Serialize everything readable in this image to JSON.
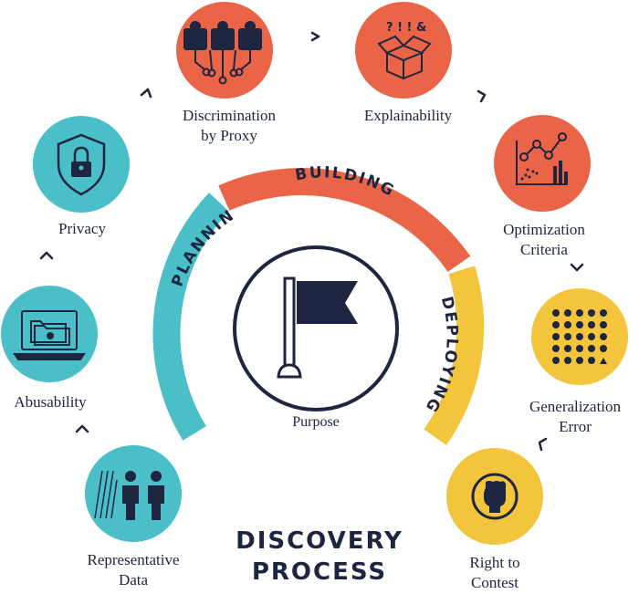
{
  "title": {
    "line1": "DISCOVERY",
    "line2": "PROCESS"
  },
  "center": {
    "label": "Purpose",
    "icon": "flag-icon"
  },
  "phases": [
    {
      "label": "PLANNING",
      "color": "#4bbfc8"
    },
    {
      "label": "BUILDING",
      "color": "#ea6448"
    },
    {
      "label": "DEPLOYING",
      "color": "#f2c53d"
    }
  ],
  "nodes": [
    {
      "label_lines": [
        "Representative",
        "Data"
      ],
      "icon": "people-hatched-icon",
      "color": "#4bbfc8"
    },
    {
      "label_lines": [
        "Abusability"
      ],
      "icon": "laptop-folder-icon",
      "color": "#4bbfc8"
    },
    {
      "label_lines": [
        "Privacy"
      ],
      "icon": "shield-lock-icon",
      "color": "#4bbfc8"
    },
    {
      "label_lines": [
        "Discrimination",
        "by Proxy"
      ],
      "icon": "network-people-icon",
      "color": "#ea6448"
    },
    {
      "label_lines": [
        "Explainability"
      ],
      "icon": "open-box-icon",
      "color": "#ea6448"
    },
    {
      "label_lines": [
        "Optimization",
        "Criteria"
      ],
      "icon": "chart-icon",
      "color": "#ea6448"
    },
    {
      "label_lines": [
        "Generalization",
        "Error"
      ],
      "icon": "dot-grid-icon",
      "color": "#f2c53d"
    },
    {
      "label_lines": [
        "Right to",
        "Contest"
      ],
      "icon": "fist-icon",
      "color": "#f2c53d"
    }
  ],
  "colors": {
    "navy": "#1e2540",
    "teal": "#4bbfc8",
    "orange": "#ea6448",
    "yellow": "#f2c53d"
  }
}
